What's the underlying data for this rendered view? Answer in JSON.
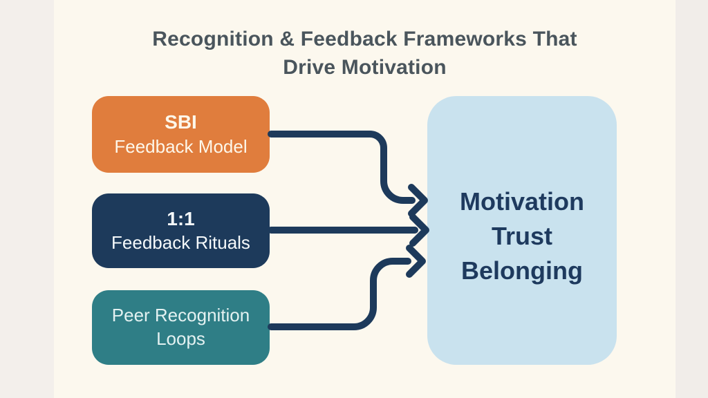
{
  "title": {
    "line1": "Recognition & Feedback Frameworks That",
    "line2": "Drive Motivation"
  },
  "sources": [
    {
      "line1": "SBI",
      "line2": "Feedback Model"
    },
    {
      "line1": "1:1",
      "line2": "Feedback Rituals"
    },
    {
      "line1": "Peer Recognition",
      "line2": "Loops"
    }
  ],
  "outcome": {
    "line1": "Motivation",
    "line2": "Trust",
    "line3": "Belonging"
  },
  "connections": [
    {
      "from": "SBI Feedback Model",
      "to": "Motivation Trust Belonging"
    },
    {
      "from": "1:1 Feedback Rituals",
      "to": "Motivation Trust Belonging"
    },
    {
      "from": "Peer Recognition Loops",
      "to": "Motivation Trust Belonging"
    }
  ],
  "colors": {
    "background": "#fcf8ee",
    "side_strip": "#f2eeea",
    "title_text": "#4a555c",
    "sbi_box": "#e07d3d",
    "rituals_box": "#1d3a5b",
    "peer_box": "#2f7e86",
    "outcome_box": "#c9e2ee",
    "outcome_text": "#1e3a5e",
    "arrow": "#1d3a5b",
    "source_box_text": "#fbf7ee"
  }
}
